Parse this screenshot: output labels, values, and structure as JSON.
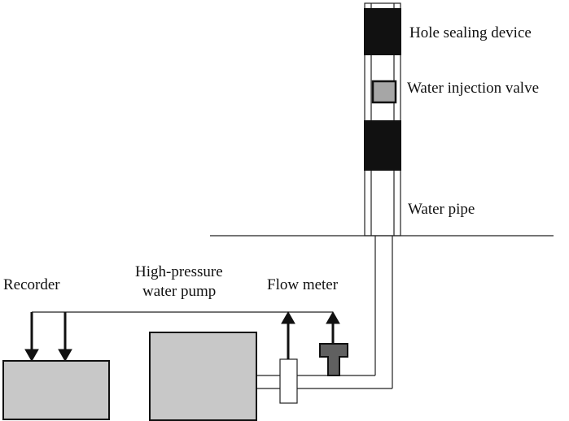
{
  "labels": {
    "hole_sealing_device": "Hole sealing device",
    "water_injection_valve": "Water injection valve",
    "water_pipe": "Water pipe",
    "recorder": "Recorder",
    "pump_line1": "High-pressure",
    "pump_line2": "water pump",
    "flow_meter": "Flow meter"
  },
  "colors": {
    "sealer": "#111111",
    "device_fill": "#c8c8c8",
    "valve_fill": "#a6a6a6",
    "pressure_gauge": "#606060",
    "line": "#222222"
  }
}
